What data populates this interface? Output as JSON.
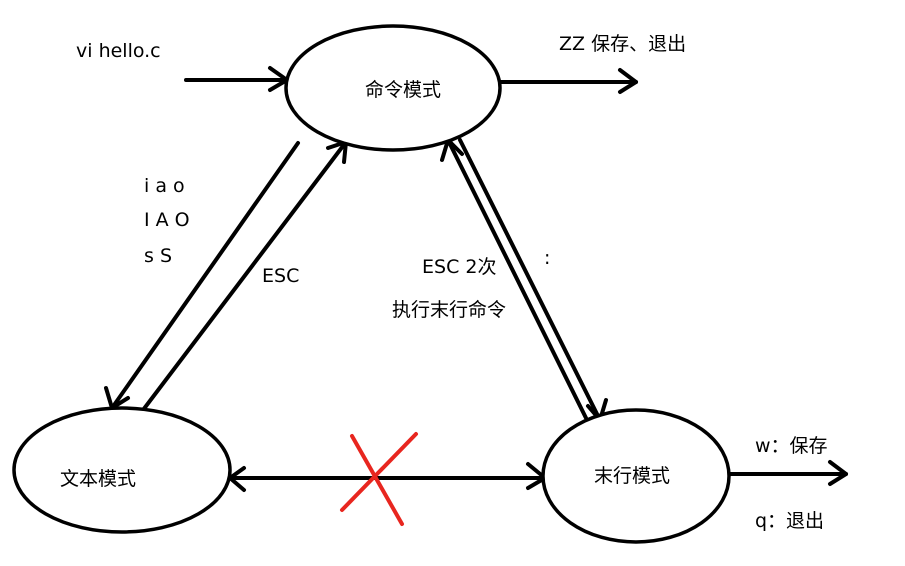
{
  "nodes": {
    "command": "命令模式",
    "text": "文本模式",
    "lastline": "末行模式"
  },
  "labels": {
    "vi_hello": "vi hello.c",
    "zz_save_quit": "ZZ 保存、退出",
    "insert_keys_1": "i a o",
    "insert_keys_2": "I A O",
    "insert_keys_3": "s S",
    "esc": "ESC",
    "esc_twice": "ESC 2次",
    "exec_lastline": "执行末行命令",
    "colon": ":",
    "w_save": "w：保存",
    "q_quit": "q：退出"
  },
  "colors": {
    "stroke": "#000000",
    "forbidden_cross": "#e8261f"
  }
}
